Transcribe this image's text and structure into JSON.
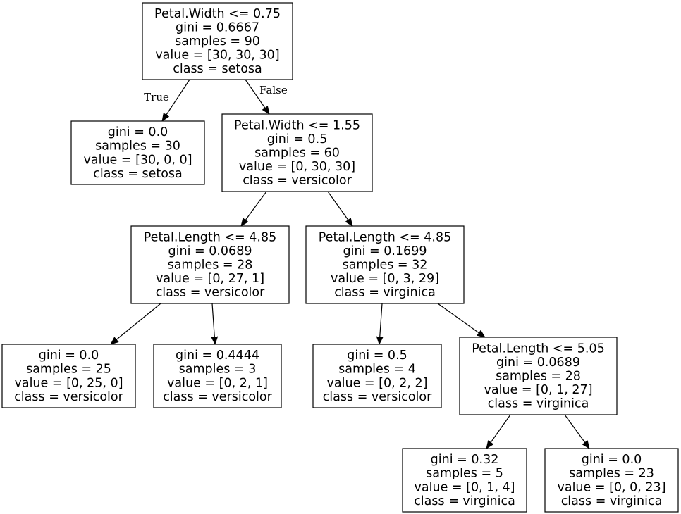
{
  "tree": {
    "nodes": [
      {
        "id": "n0",
        "lines": [
          "Petal.Width <= 0.75",
          "gini = 0.6667",
          "samples = 90",
          "value = [30, 30, 30]",
          "class = setosa"
        ]
      },
      {
        "id": "n1",
        "lines": [
          "gini = 0.0",
          "samples = 30",
          "value = [30, 0, 0]",
          "class = setosa"
        ]
      },
      {
        "id": "n2",
        "lines": [
          "Petal.Width <= 1.55",
          "gini = 0.5",
          "samples = 60",
          "value = [0, 30, 30]",
          "class = versicolor"
        ]
      },
      {
        "id": "n3",
        "lines": [
          "Petal.Length <= 4.85",
          "gini = 0.0689",
          "samples = 28",
          "value = [0, 27, 1]",
          "class = versicolor"
        ]
      },
      {
        "id": "n4",
        "lines": [
          "Petal.Length <= 4.85",
          "gini = 0.1699",
          "samples = 32",
          "value = [0, 3, 29]",
          "class = virginica"
        ]
      },
      {
        "id": "n5",
        "lines": [
          "gini = 0.0",
          "samples = 25",
          "value = [0, 25, 0]",
          "class = versicolor"
        ]
      },
      {
        "id": "n6",
        "lines": [
          "gini = 0.4444",
          "samples = 3",
          "value = [0, 2, 1]",
          "class = versicolor"
        ]
      },
      {
        "id": "n7",
        "lines": [
          "gini = 0.5",
          "samples = 4",
          "value = [0, 2, 2]",
          "class = versicolor"
        ]
      },
      {
        "id": "n8",
        "lines": [
          "Petal.Length <= 5.05",
          "gini = 0.0689",
          "samples = 28",
          "value = [0, 1, 27]",
          "class = virginica"
        ]
      },
      {
        "id": "n9",
        "lines": [
          "gini = 0.32",
          "samples = 5",
          "value = [0, 1, 4]",
          "class = virginica"
        ]
      },
      {
        "id": "n10",
        "lines": [
          "gini = 0.0",
          "samples = 23",
          "value = [0, 0, 23]",
          "class = virginica"
        ]
      }
    ],
    "edges": [
      {
        "from": "n0",
        "to": "n1",
        "label": "True"
      },
      {
        "from": "n0",
        "to": "n2",
        "label": "False"
      },
      {
        "from": "n2",
        "to": "n3",
        "label": ""
      },
      {
        "from": "n2",
        "to": "n4",
        "label": ""
      },
      {
        "from": "n3",
        "to": "n5",
        "label": ""
      },
      {
        "from": "n3",
        "to": "n6",
        "label": ""
      },
      {
        "from": "n4",
        "to": "n7",
        "label": ""
      },
      {
        "from": "n4",
        "to": "n8",
        "label": ""
      },
      {
        "from": "n8",
        "to": "n9",
        "label": ""
      },
      {
        "from": "n8",
        "to": "n10",
        "label": ""
      }
    ]
  }
}
